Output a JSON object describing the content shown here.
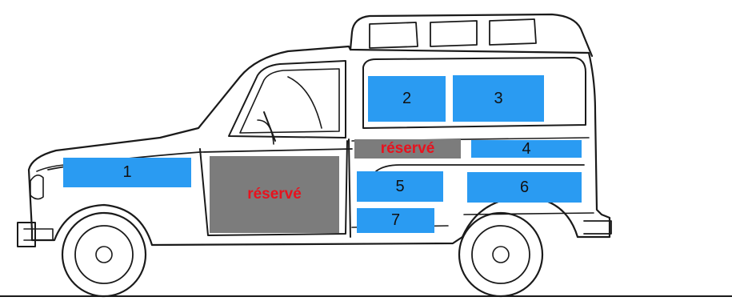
{
  "colors": {
    "zone_available": "#2a9bf2",
    "zone_reserved": "#7c7c7c",
    "reserved_text": "#e8121e",
    "outline": "#1a1a1a"
  },
  "zones": [
    {
      "label": "1",
      "status": "available"
    },
    {
      "label": "2",
      "status": "available"
    },
    {
      "label": "3",
      "status": "available"
    },
    {
      "label": "4",
      "status": "available"
    },
    {
      "label": "5",
      "status": "available"
    },
    {
      "label": "6",
      "status": "available"
    },
    {
      "label": "7",
      "status": "available"
    },
    {
      "label": "réservé",
      "status": "reserved",
      "location": "front door"
    },
    {
      "label": "réservé",
      "status": "reserved",
      "location": "rear side strip"
    }
  ]
}
